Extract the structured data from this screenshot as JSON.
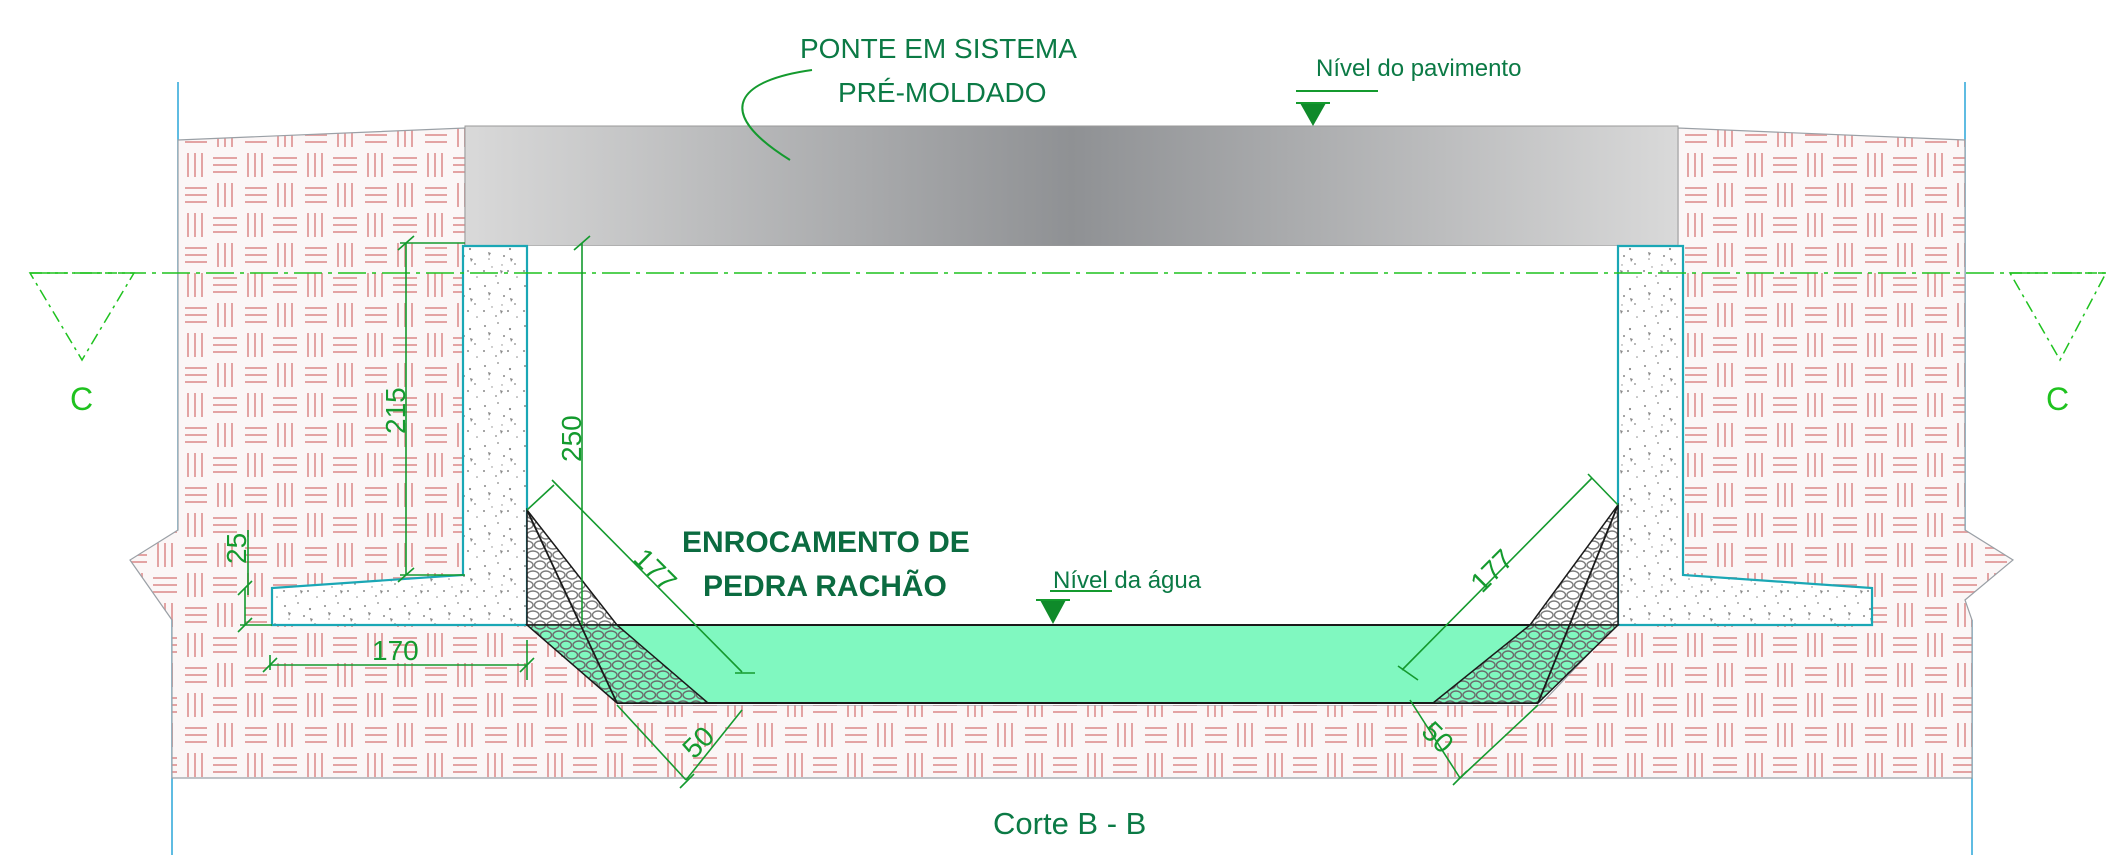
{
  "labels": {
    "bridge_line1": "PONTE EM SISTEMA",
    "bridge_line2": "PRÉ-MOLDADO",
    "pavement_level": "Nível do pavimento",
    "rock_line1": "ENROCAMENTO DE",
    "rock_line2": "PEDRA RACHÃO",
    "water_level": "Nível da água",
    "section_left": "C",
    "section_right": "C",
    "caption": "Corte B - B"
  },
  "dimensions": {
    "d215": "215",
    "d250": "250",
    "d25": "25",
    "d170": "170",
    "d177_left": "177",
    "d177_right": "177",
    "d50_left": "50",
    "d50_right": "50"
  },
  "colors": {
    "soil_hatch": "#e3a3a3",
    "concrete_outline": "#1aa7b5",
    "water": "#80f8c0",
    "dimension": "#149a2e",
    "section_mark": "#1fc21f",
    "slab_dark": "#8f9194",
    "slab_light": "#d9d9d9"
  }
}
